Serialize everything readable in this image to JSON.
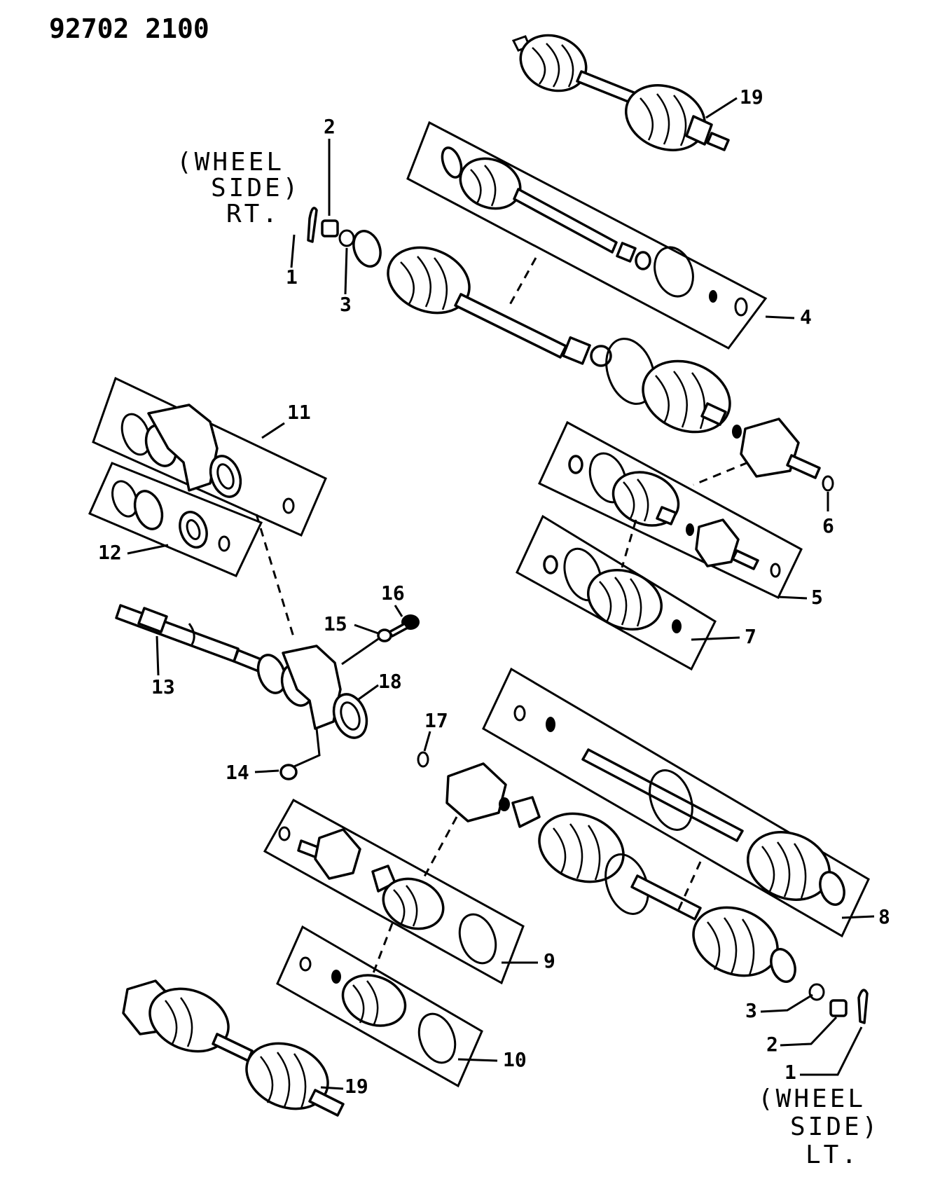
{
  "document_id": "92702 2100",
  "captions": {
    "wheel_side_rt": [
      "(WHEEL",
      "SIDE)",
      "RT."
    ],
    "wheel_side_lt": [
      "(WHEEL",
      "SIDE)",
      "LT."
    ]
  },
  "callouts": {
    "c1_rt": "1",
    "c2_rt": "2",
    "c3_rt": "3",
    "c4": "4",
    "c5": "5",
    "c6": "6",
    "c7": "7",
    "c8": "8",
    "c9": "9",
    "c10": "10",
    "c11": "11",
    "c12": "12",
    "c13": "13",
    "c14": "14",
    "c15": "15",
    "c16": "16",
    "c17": "17",
    "c18": "18",
    "c19_top": "19",
    "c19_bottom": "19",
    "c1_lt": "1",
    "c2_lt": "2",
    "c3_lt": "3"
  }
}
